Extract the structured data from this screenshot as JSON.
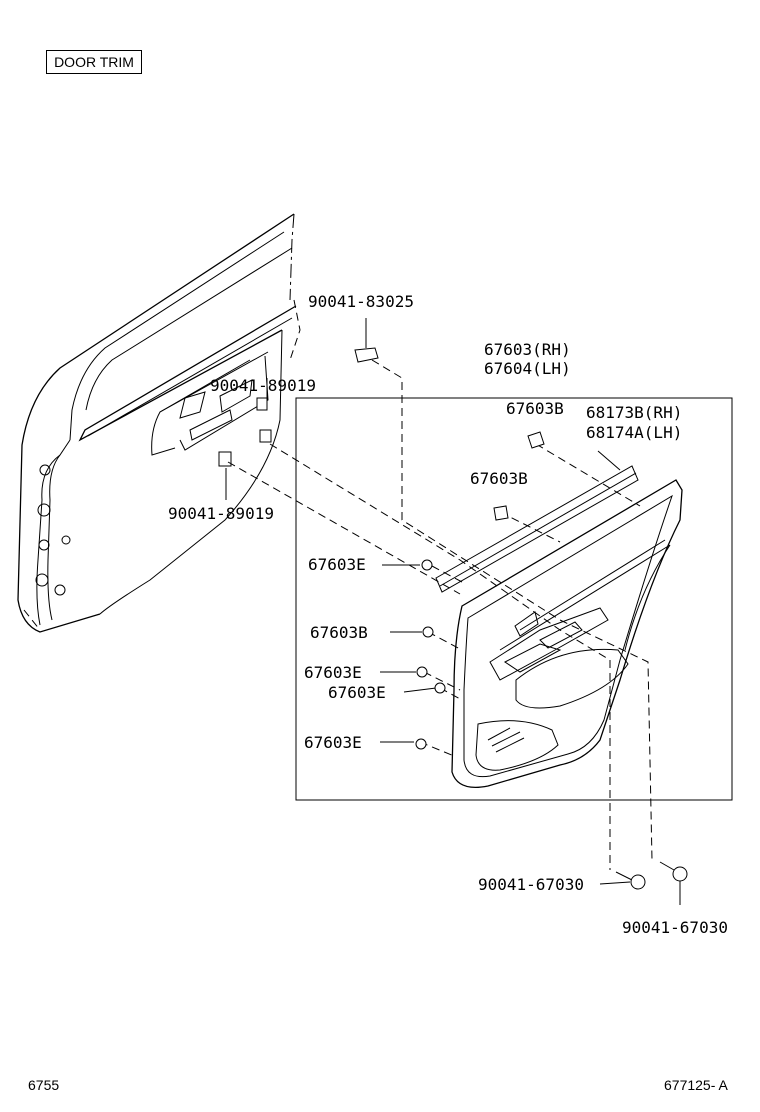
{
  "title": "DOOR TRIM",
  "footer": {
    "page_code": "6755",
    "figure_code": "677125- A"
  },
  "labels": {
    "p83025": "90041-83025",
    "p89019_top": "90041-89019",
    "p89019_bottom": "90041-89019",
    "p67603rh": "67603(RH)",
    "p67604lh": "67604(LH)",
    "p67603b_1": "67603B",
    "p68173b": "68173B(RH)",
    "p68174a": "68174A(LH)",
    "p67603b_2": "67603B",
    "p67603e_1": "67603E",
    "p67603b_3": "67603B",
    "p67603e_2": "67603E",
    "p67603e_3": "67603E",
    "p67603e_4": "67603E",
    "p67030_a": "90041-67030",
    "p67030_b": "90041-67030"
  }
}
